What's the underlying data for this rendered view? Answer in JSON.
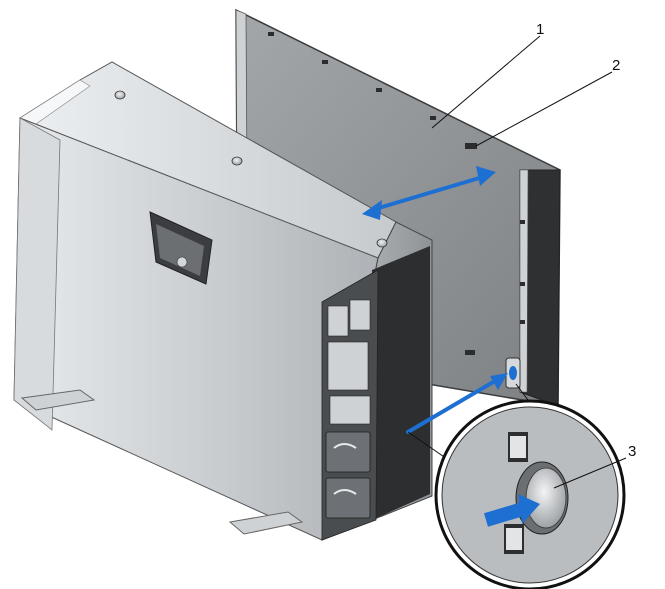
{
  "callouts": [
    "1",
    "2",
    "3"
  ],
  "colors": {
    "arrow": "#1d6fd1",
    "chassis_light": "#d9dcdf",
    "chassis_mid": "#9ea3a8",
    "chassis_dark": "#2a2c2e",
    "panel": "#8e9295"
  }
}
